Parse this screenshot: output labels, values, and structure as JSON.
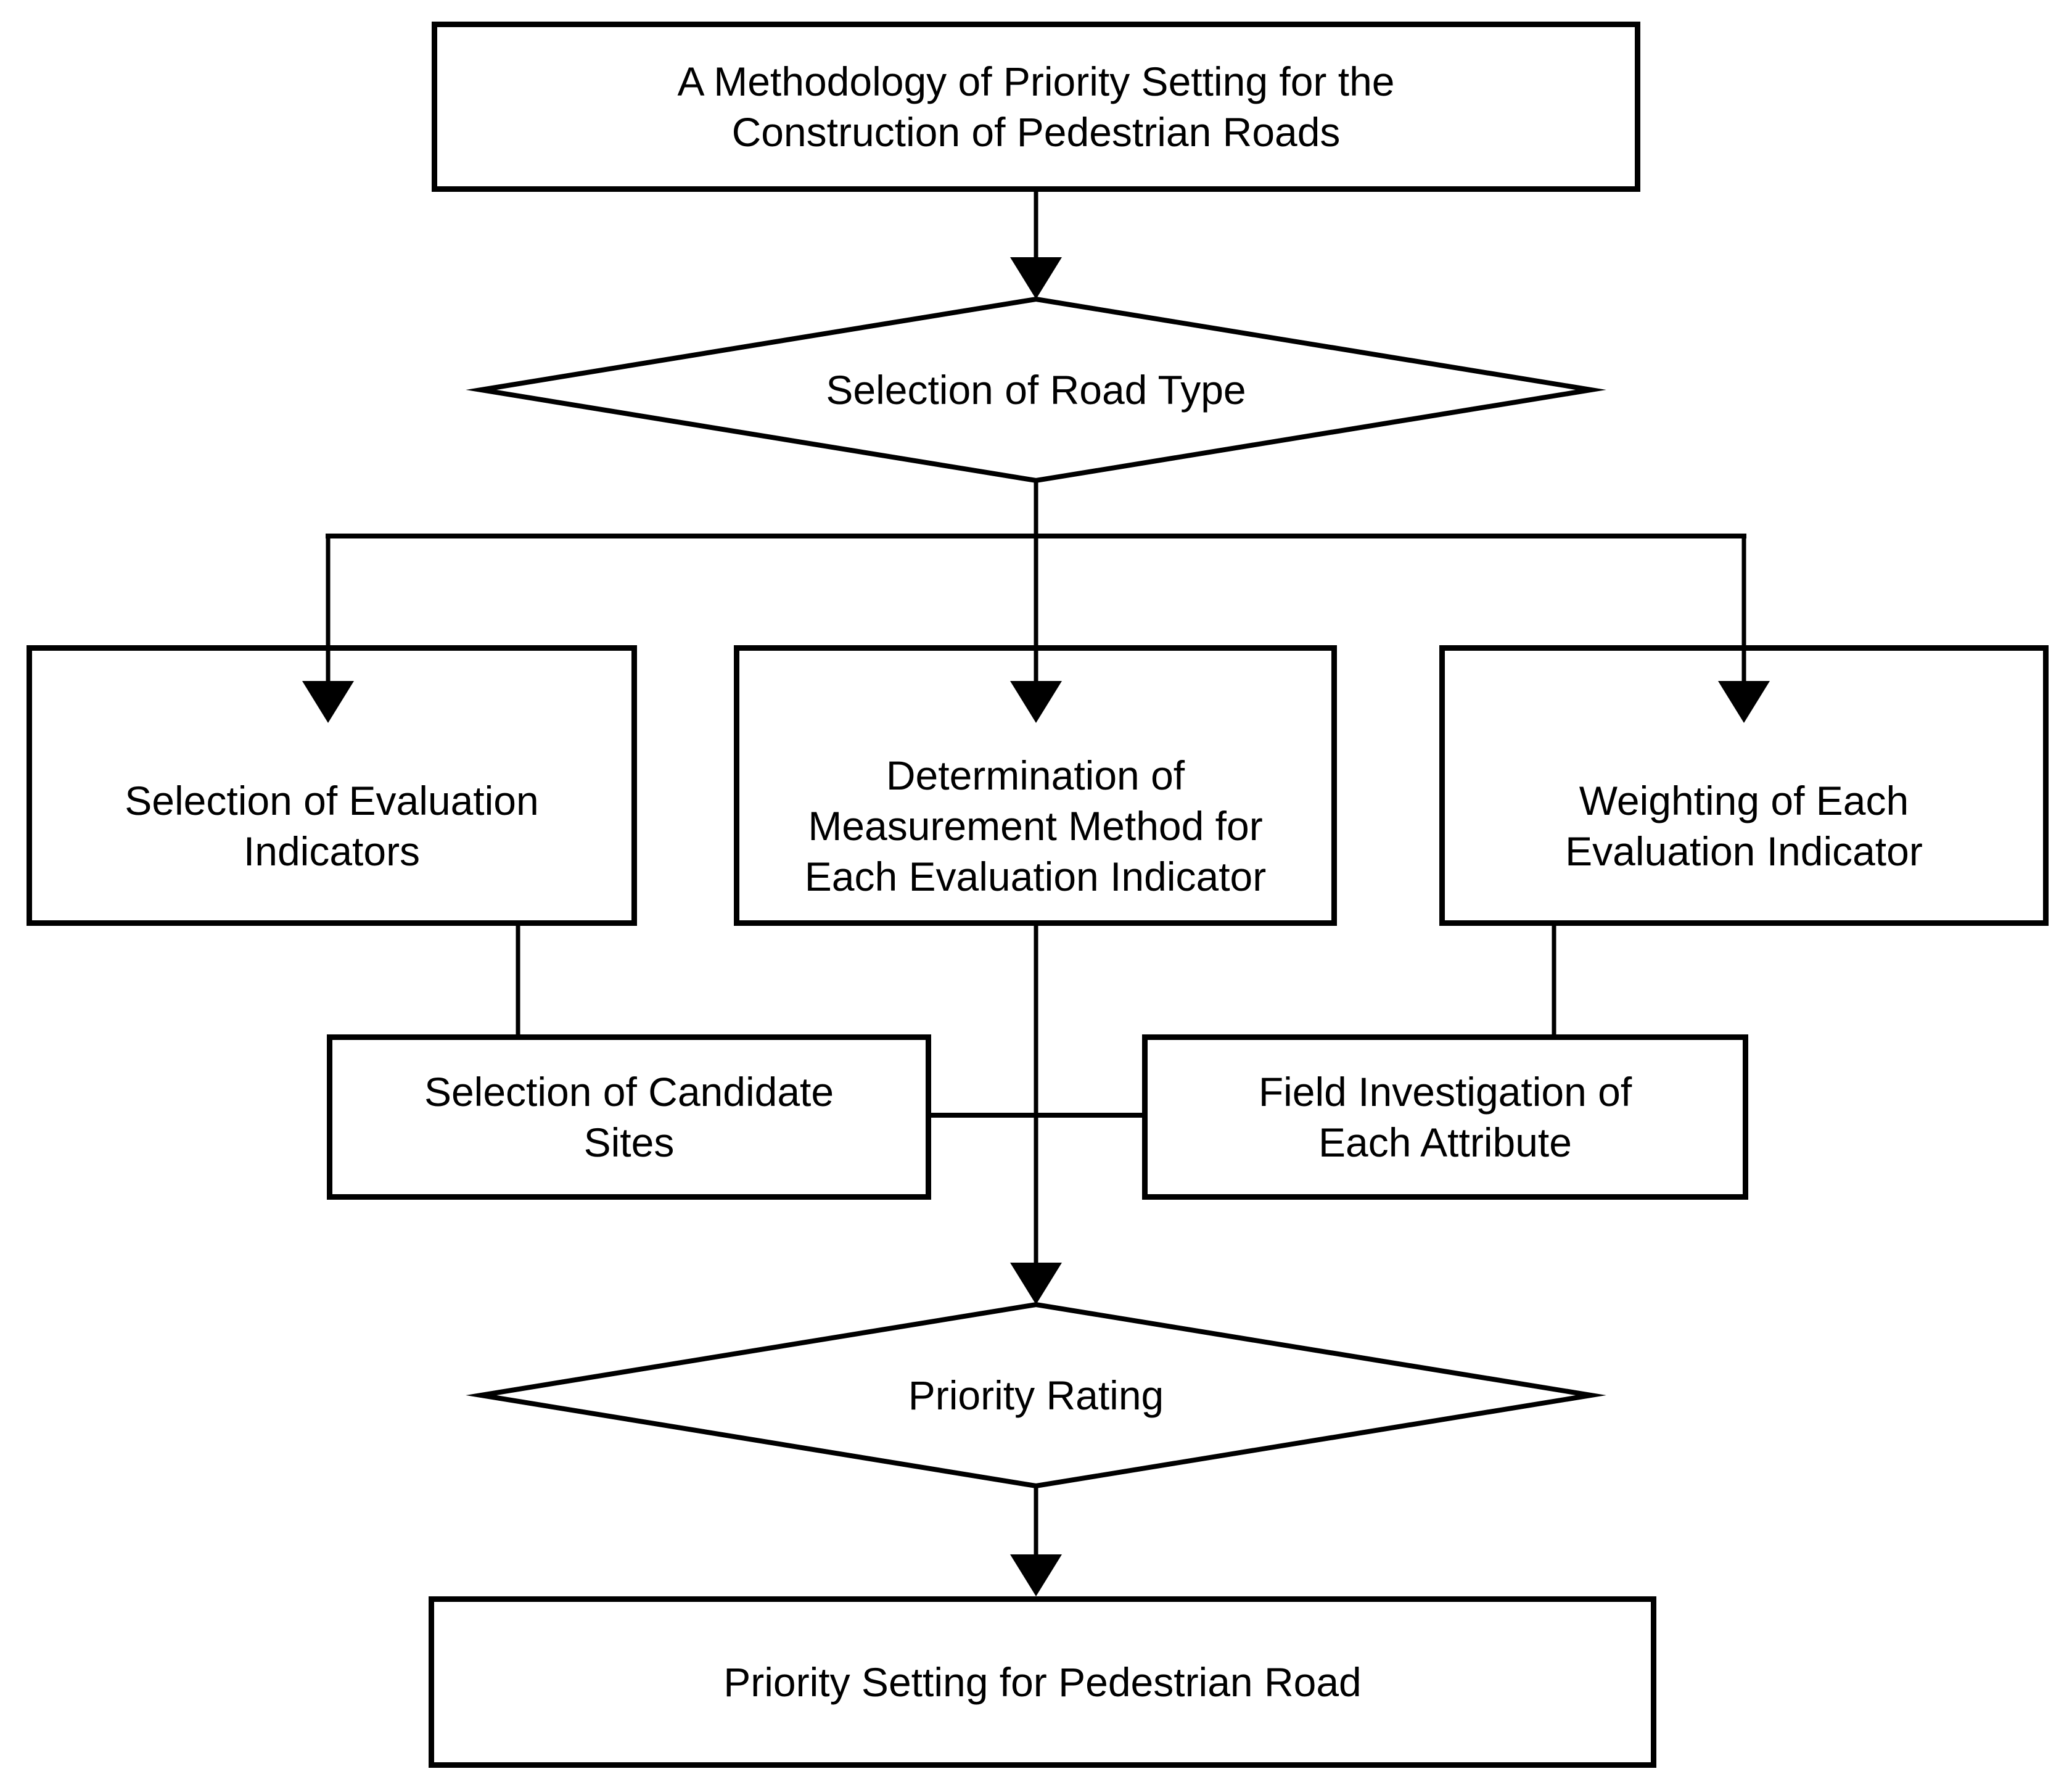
{
  "figure": {
    "type": "flowchart",
    "colors": {
      "stroke": "#000000",
      "fill": "#ffffff",
      "text": "#000000"
    },
    "nodes": {
      "methodology": {
        "shape": "rectangle",
        "lines": [
          "A Methodology of Priority Setting for the",
          "Construction of Pedestrian Roads"
        ]
      },
      "road_type": {
        "shape": "diamond",
        "label": "Selection of Road Type"
      },
      "evaluation_indicators": {
        "shape": "rectangle",
        "lines": [
          "Selection of Evaluation",
          "Indicators"
        ]
      },
      "measurement_method": {
        "shape": "rectangle",
        "lines": [
          "Determination of",
          "Measurement Method for",
          "Each Evaluation Indicator"
        ]
      },
      "weighting": {
        "shape": "rectangle",
        "lines": [
          "Weighting of Each",
          "Evaluation Indicator"
        ]
      },
      "candidate_sites": {
        "shape": "rectangle",
        "lines": [
          "Selection of Candidate",
          "Sites"
        ]
      },
      "field_investigation": {
        "shape": "rectangle",
        "lines": [
          "Field Investigation of",
          "Each Attribute"
        ]
      },
      "priority_rating": {
        "shape": "diamond",
        "label": "Priority Rating"
      },
      "priority_setting": {
        "shape": "rectangle",
        "label": "Priority Setting for Pedestrian Road"
      }
    },
    "edges": [
      {
        "from": "methodology",
        "to": "road_type",
        "arrow": true
      },
      {
        "from": "road_type",
        "to": "evaluation_indicators",
        "arrow": true
      },
      {
        "from": "road_type",
        "to": "measurement_method",
        "arrow": true
      },
      {
        "from": "road_type",
        "to": "weighting",
        "arrow": true
      },
      {
        "from": "evaluation_indicators",
        "to": "candidate_sites",
        "arrow": false
      },
      {
        "from": "weighting",
        "to": "field_investigation",
        "arrow": false
      },
      {
        "from": "candidate_sites",
        "to": "priority_rating",
        "arrow": false
      },
      {
        "from": "field_investigation",
        "to": "priority_rating",
        "arrow": false
      },
      {
        "from": "measurement_method",
        "to": "priority_rating",
        "arrow": true
      },
      {
        "from": "priority_rating",
        "to": "priority_setting",
        "arrow": true
      }
    ]
  }
}
